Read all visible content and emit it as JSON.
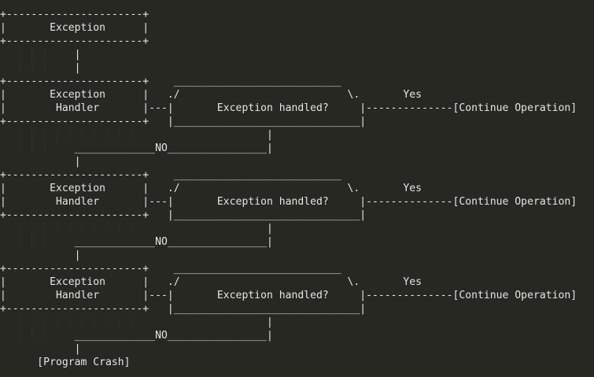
{
  "background_color": "#272822",
  "text_color": "#e6e6e6",
  "guide_color": "#3e3e37",
  "diagram": {
    "lines": [
      "+----------------------+",
      "|       Exception      |",
      "+----------------------+",
      "            |",
      "            |",
      "+----------------------+    ___________________________",
      "|       Exception      |   ./                           \\.       Yes",
      "|        Handler       |---|       Exception handled?     |--------------[Continue Operation]",
      "+----------------------+   |______________________________|",
      "                                           |",
      "            _____________NO________________|",
      "            |",
      "+----------------------+    ___________________________",
      "|       Exception      |   ./                           \\.       Yes",
      "|        Handler       |---|       Exception handled?     |--------------[Continue Operation]",
      "+----------------------+   |______________________________|",
      "                                           |",
      "            _____________NO________________|",
      "            |",
      "+----------------------+    ___________________________",
      "|       Exception      |   ./                           \\.       Yes",
      "|        Handler       |---|       Exception handled?     |--------------[Continue Operation]",
      "+----------------------+   |______________________________|",
      "                                           |",
      "            _____________NO________________|",
      "            |",
      "      [Program Crash]"
    ]
  }
}
